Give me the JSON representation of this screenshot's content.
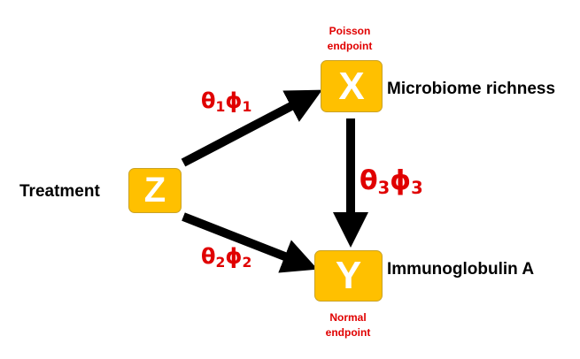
{
  "nodes": {
    "x": {
      "letter": "X",
      "label": "Microbiome richness",
      "endpoint_line1": "Poisson",
      "endpoint_line2": "endpoint"
    },
    "z": {
      "letter": "Z",
      "label": "Treatment"
    },
    "y": {
      "letter": "Y",
      "label": "Immunoglobulin A",
      "endpoint_line1": "Normal",
      "endpoint_line2": "endpoint"
    }
  },
  "edges": {
    "z_to_x": {
      "theta": "θ",
      "theta_sub": "1",
      "phi": "ϕ",
      "phi_sub": "1"
    },
    "z_to_y": {
      "theta": "θ",
      "theta_sub": "2",
      "phi": "ϕ",
      "phi_sub": "2"
    },
    "x_to_y": {
      "theta": "θ",
      "theta_sub": "3",
      "phi": "ϕ",
      "phi_sub": "3"
    }
  },
  "colors": {
    "node_fill": "#FFC000",
    "node_text": "#FFFFFF",
    "coefficient_text": "#E00000",
    "arrow": "#000000"
  }
}
